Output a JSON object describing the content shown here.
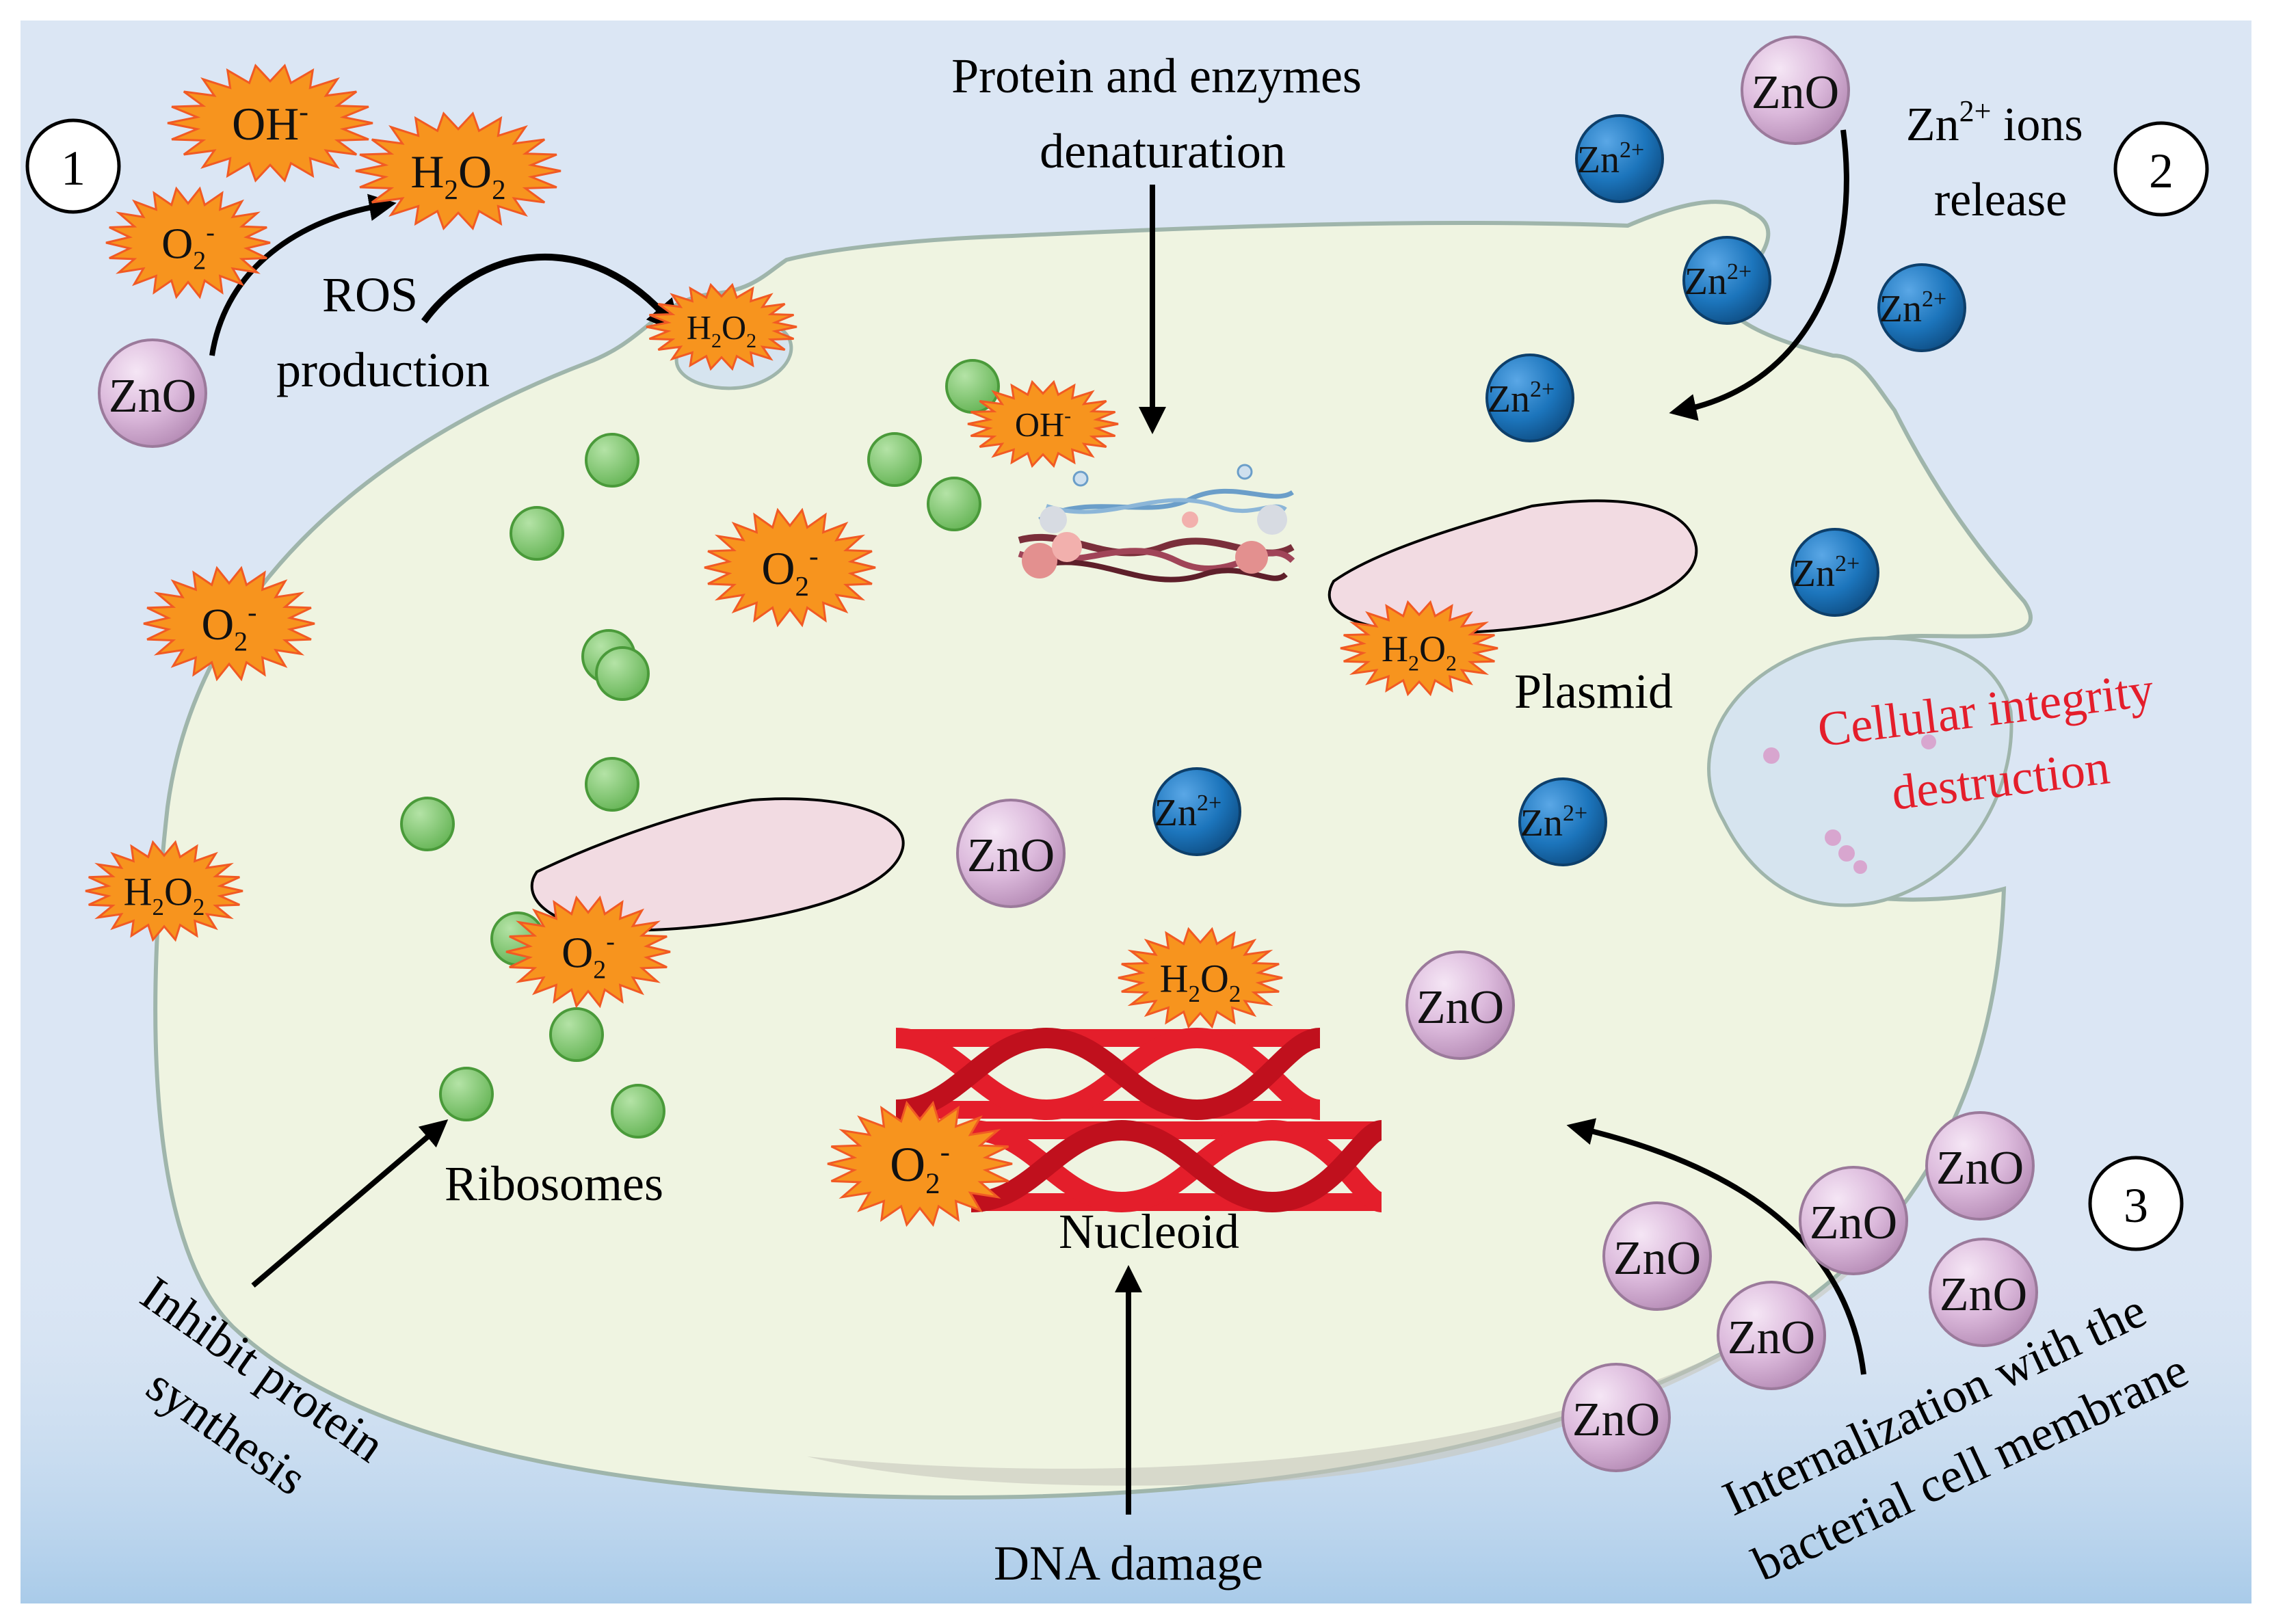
{
  "colors": {
    "background": "#dbe6f4",
    "cell": "#eff4e1",
    "membrane": "#9fb5ab",
    "ros": "#f7941e",
    "ros_edge": "#f15a24",
    "zno": "#d9b3d9",
    "zn": "#1c75bc",
    "ribosome": "#7fc96f",
    "plasmid": "#f2dbe2",
    "dna": "#e41e2b",
    "red_text": "#e41e2b"
  },
  "species": {
    "zno": "ZnO",
    "zn_base": "Zn",
    "zn_charge": "2+",
    "oh_base": "OH",
    "oh_charge": "-",
    "o2_base": "O",
    "o2_sub": "2",
    "o2_charge": "-",
    "h2o2_h": "H",
    "h2o2_sub1": "2",
    "h2o2_o": "O",
    "h2o2_sub2": "2"
  },
  "labels": {
    "step1": "1",
    "step2": "2",
    "step3": "3",
    "ros_production_line1": "ROS",
    "ros_production_line2": "production",
    "protein_denaturation_line1": "Protein and enzymes",
    "protein_denaturation_line2": "denaturation",
    "zn_release_line1_suffix": " ions",
    "zn_release_line2": "release",
    "cellular_integrity_line1": "Cellular integrity",
    "cellular_integrity_line2": "destruction",
    "plasmid": "Plasmid",
    "ribosomes": "Ribosomes",
    "nucleoid": "Nucleoid",
    "inhibit_line1": "Inhibit protein",
    "inhibit_line2": "synthesis",
    "dna_damage": "DNA damage",
    "internalization_line1": "Internalization with the",
    "internalization_line2": "bacterial cell membrane"
  }
}
